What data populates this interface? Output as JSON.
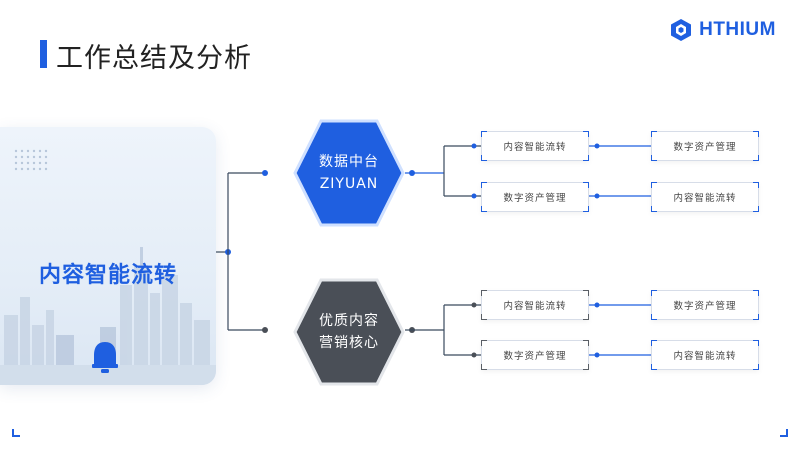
{
  "header": {
    "title": "工作总结及分析"
  },
  "logo": {
    "text": "HTHIUM",
    "color": "#1f5fe0"
  },
  "left_panel": {
    "label": "内容智能流转",
    "icon": "bell-icon"
  },
  "hexagons": [
    {
      "line1": "数据中台",
      "line2": "ZIYUAN",
      "color": "#1f5fe0"
    },
    {
      "line1": "优质内容",
      "line2": "营销核心",
      "color": "#4a4f57"
    }
  ],
  "boxes": {
    "top_left": [
      "内容智能流转",
      "数字资产管理"
    ],
    "top_right": [
      "数字资产管理",
      "内容智能流转"
    ],
    "bottom_left": [
      "内容智能流转",
      "数字资产管理"
    ],
    "bottom_right": [
      "数字资产管理",
      "内容智能流转"
    ]
  },
  "colors": {
    "accent": "#1f5fe0",
    "dark": "#4a4f57",
    "line": "#3a4a5e"
  }
}
